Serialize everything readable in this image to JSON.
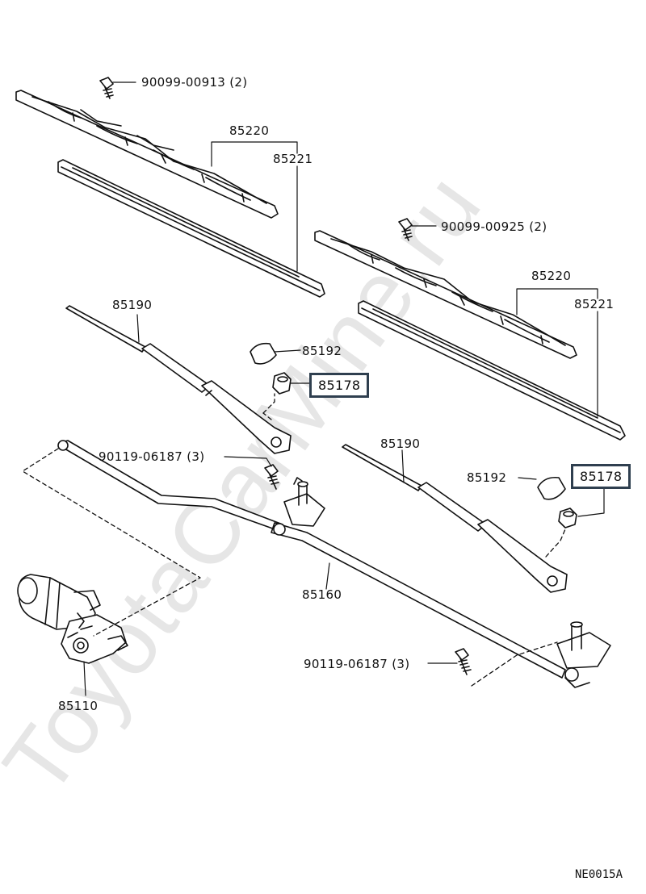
{
  "watermark": "ToyotaCarMine.ru",
  "diagram_code": "NE0015A",
  "parts": {
    "bolt_top_left": "90099-00913 (2)",
    "blade_left": "85220",
    "blade_rubber_left": "85221",
    "bolt_top_right": "90099-00925 (2)",
    "blade_right": "85220",
    "blade_rubber_right": "85221",
    "arm_left": "85190",
    "cap_left": "85192",
    "nut_left": "85178",
    "bolt_link_left": "90119-06187 (3)",
    "arm_right": "85190",
    "cap_right": "85192",
    "nut_right": "85178",
    "link_assembly": "85160",
    "bolt_link_right": "90119-06187 (3)",
    "motor": "85110"
  }
}
